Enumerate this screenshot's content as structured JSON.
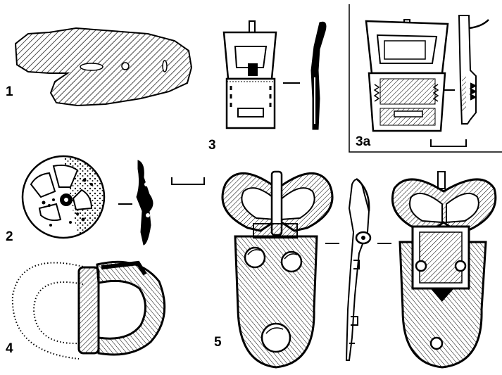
{
  "figure": {
    "items": [
      {
        "id": "1",
        "label": "1"
      },
      {
        "id": "2",
        "label": "2"
      },
      {
        "id": "3",
        "label": "3"
      },
      {
        "id": "3a",
        "label": "3a"
      },
      {
        "id": "4",
        "label": "4"
      },
      {
        "id": "5",
        "label": "5"
      }
    ]
  },
  "colors": {
    "ink": "#000000",
    "paper": "#ffffff"
  }
}
